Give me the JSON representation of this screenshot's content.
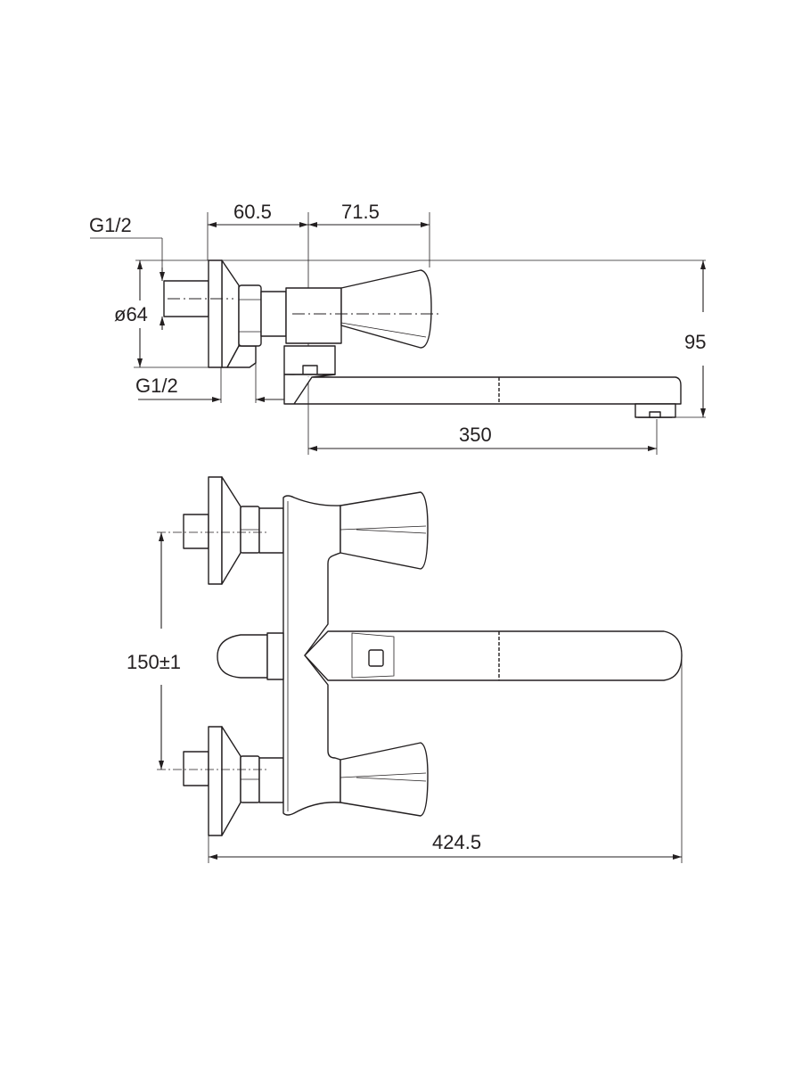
{
  "drawing": {
    "side_view": {
      "dim_inlet_to_body": "60.5",
      "dim_body_to_handle": "71.5",
      "thread_top": "G1/2",
      "thread_bottom": "G1/2",
      "flange_diameter": "ø64",
      "height": "95",
      "spout_length": "350"
    },
    "front_view": {
      "inlet_spacing": "150±1",
      "overall_length": "424.5"
    }
  }
}
